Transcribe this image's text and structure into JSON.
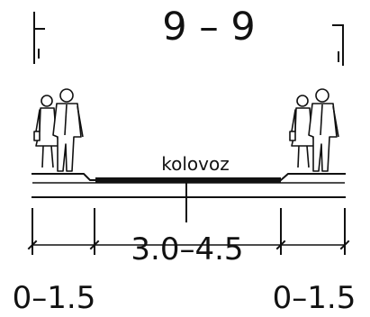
{
  "section": {
    "title": "9 – 9",
    "road_label": "kolovoz",
    "width_center": "3.0–4.5",
    "width_left": "0–1.5",
    "width_right": "0–1.5"
  },
  "figures": [
    {
      "name": "pedestrian-couple-left-icon"
    },
    {
      "name": "pedestrian-couple-right-icon"
    }
  ]
}
